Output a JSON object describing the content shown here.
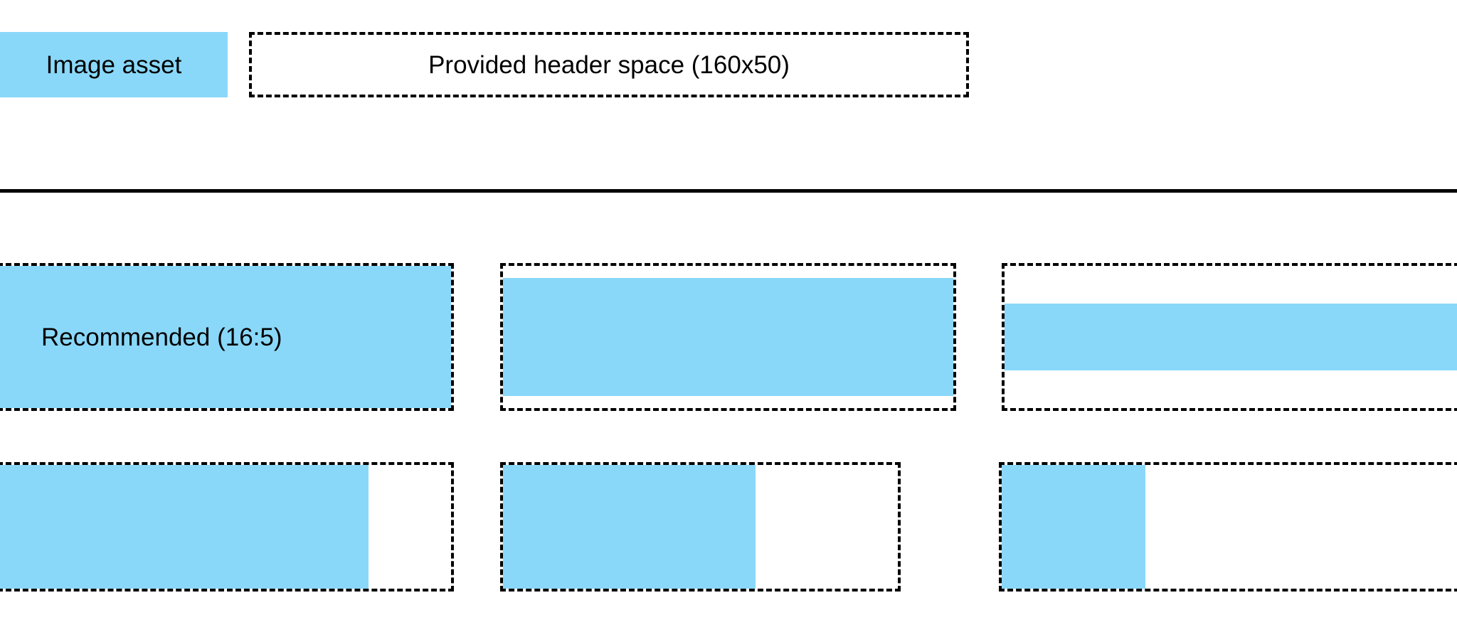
{
  "colors": {
    "asset_fill": "#8AD8F9",
    "outline": "#000000",
    "background": "#FFFFFF",
    "rule": "#000000"
  },
  "legend": {
    "asset_swatch_label": "Image asset",
    "space_box_label": "Provided header space (160x50)"
  },
  "divider": {
    "present": true
  },
  "examples": {
    "recommended_label": "Recommended (16:5)",
    "rows": [
      {
        "name": "aspect-ratio-row",
        "cells": [
          {
            "name": "recommended-16-5",
            "caption": "Recommended (16:5)",
            "fills_frame": true
          },
          {
            "name": "slightly-shorter-asset",
            "caption": "",
            "fills_frame": false
          },
          {
            "name": "much-shorter-asset",
            "caption": "",
            "fills_frame": false
          }
        ]
      },
      {
        "name": "width-coverage-row",
        "cells": [
          {
            "name": "wide-asset",
            "caption": "",
            "fills_frame": false
          },
          {
            "name": "medium-asset",
            "caption": "",
            "fills_frame": false
          },
          {
            "name": "narrow-asset",
            "caption": "",
            "fills_frame": false
          }
        ]
      }
    ]
  }
}
